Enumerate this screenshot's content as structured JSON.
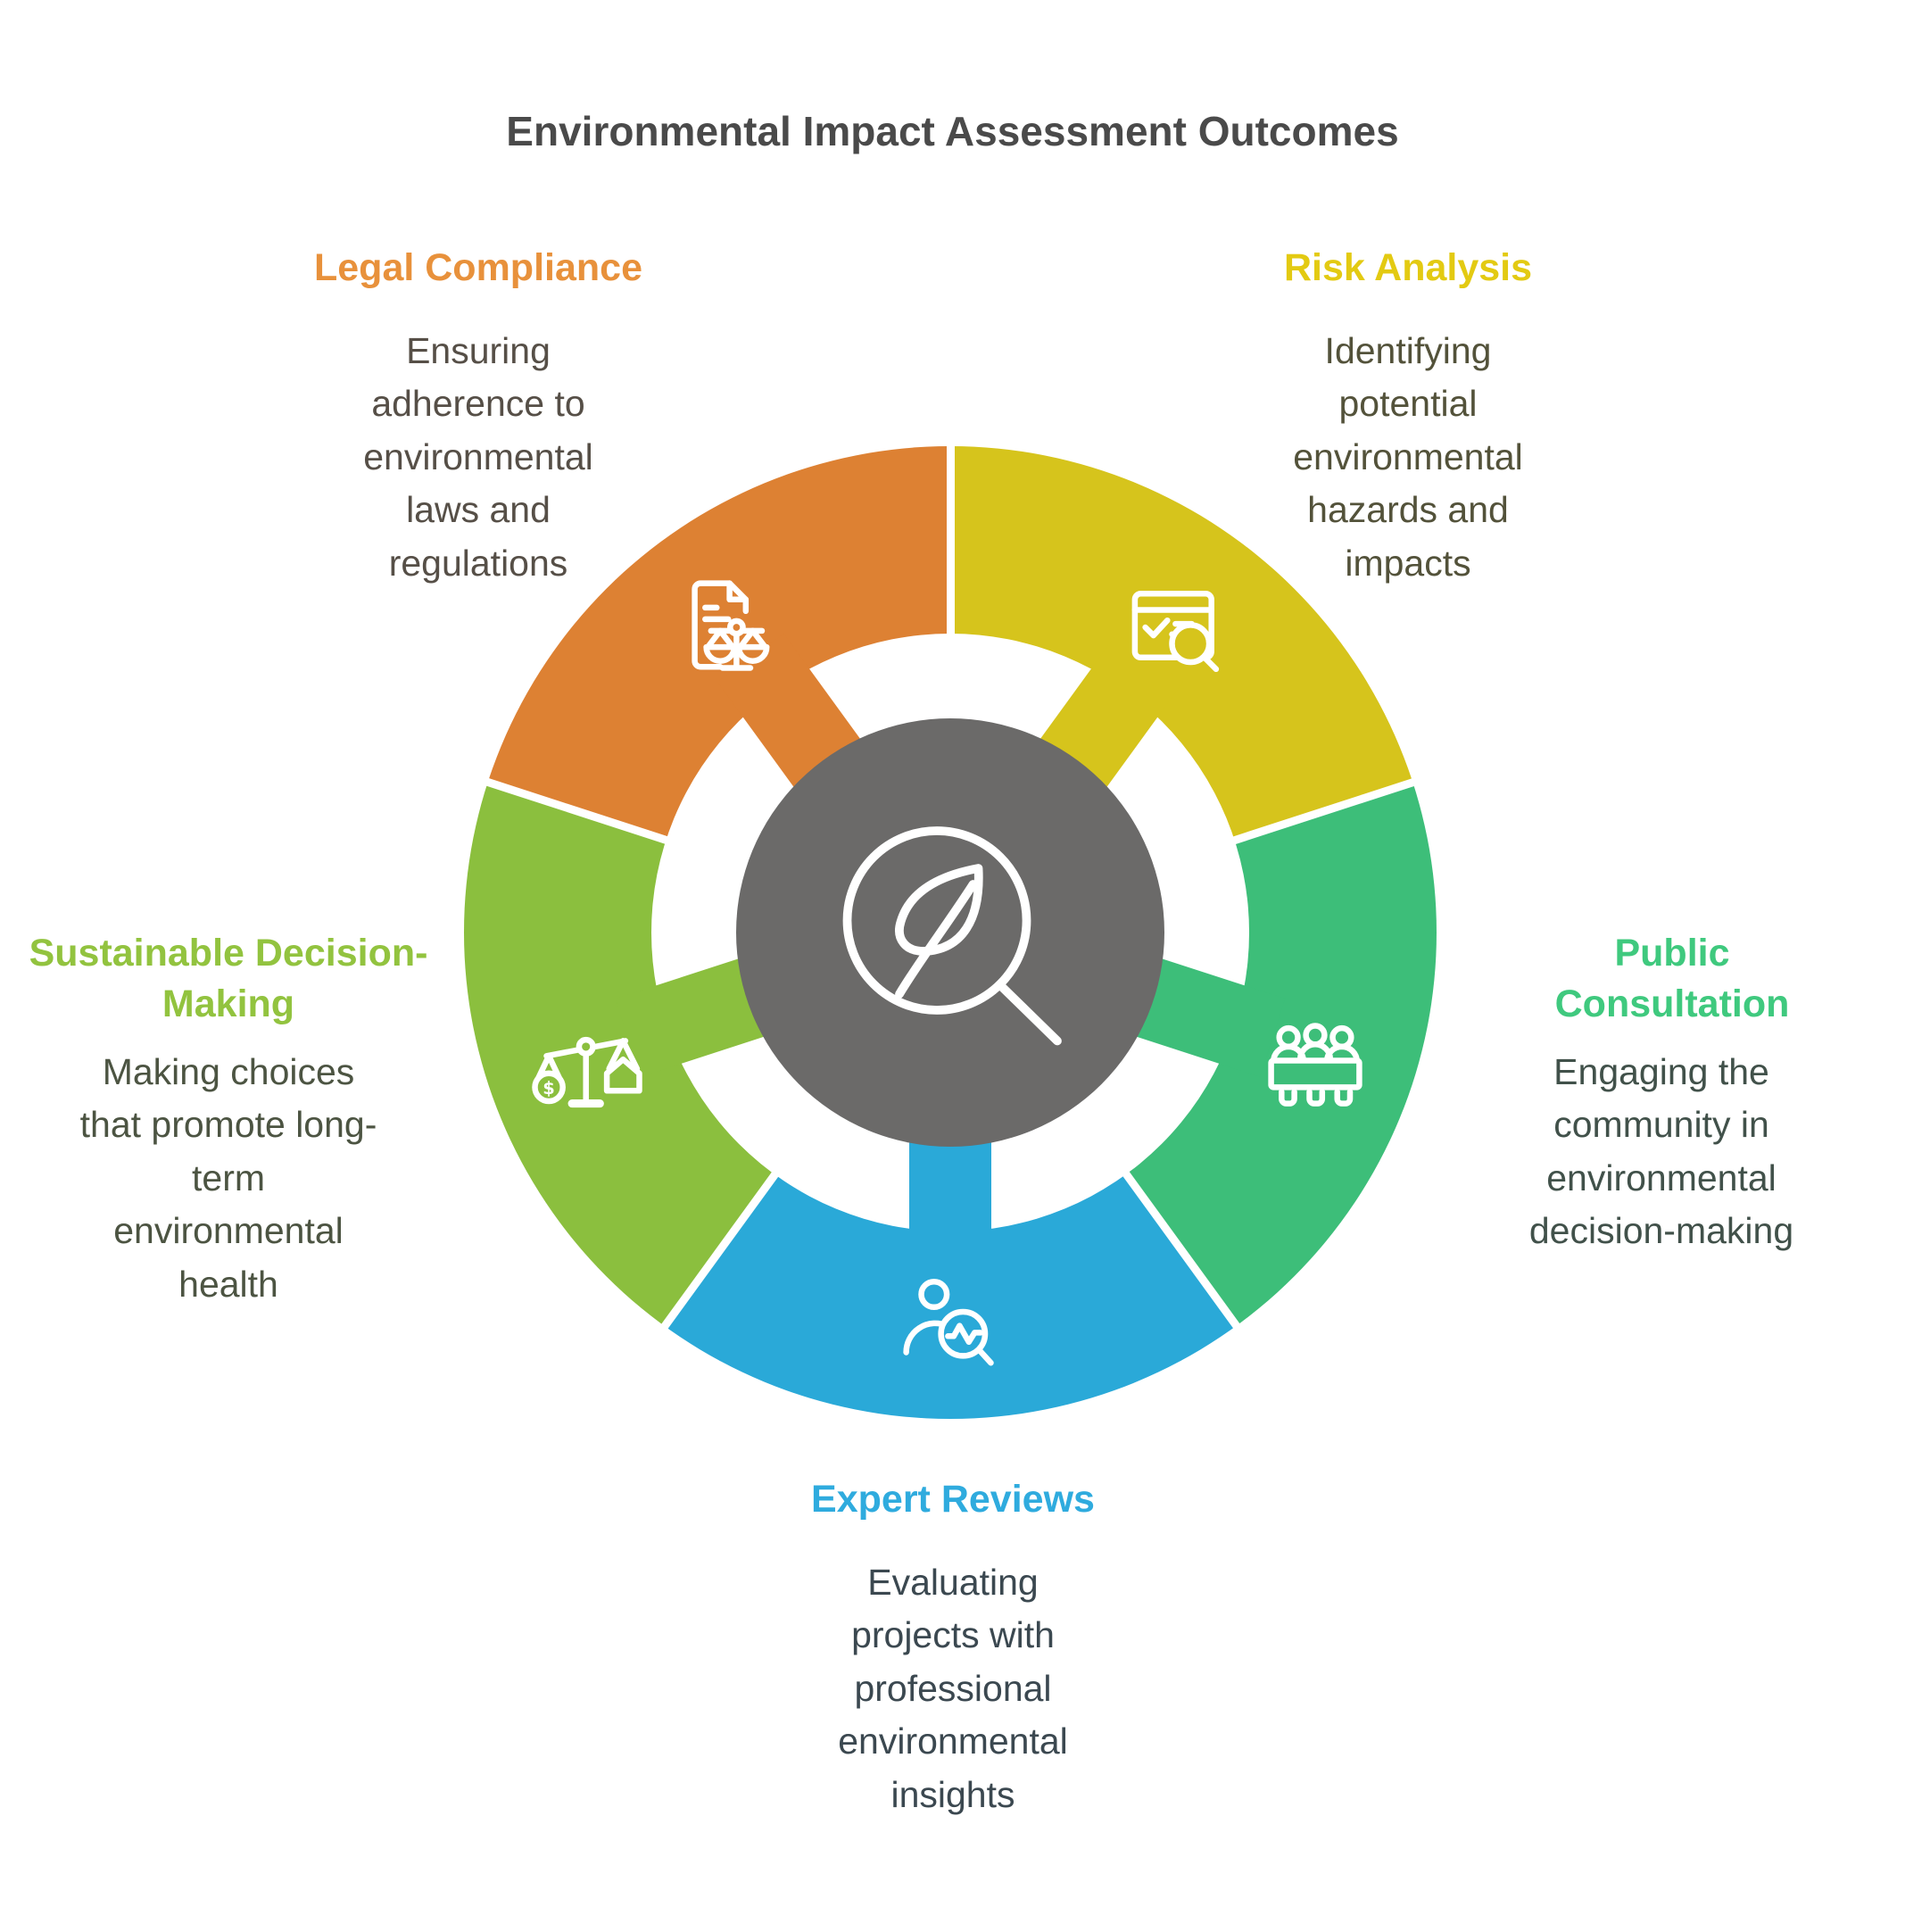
{
  "title": "Environmental Impact Assessment Outcomes",
  "center": {
    "icon": "leaf-search-icon",
    "color": "#6B6A69"
  },
  "segments": [
    {
      "label": "Legal Compliance",
      "description": "Ensuring adherence to environmental laws and regulations",
      "color": "#DD8133",
      "label_color": "#E8913B",
      "icon": "document-scales-icon",
      "position": "top-left"
    },
    {
      "label": "Risk Analysis",
      "description": "Identifying potential environmental hazards and impacts",
      "color": "#D6C41C",
      "label_color": "#E3CA12",
      "icon": "checklist-search-icon",
      "position": "top-right"
    },
    {
      "label": "Public Consultation",
      "description": "Engaging the community in environmental decision-making",
      "color": "#3DBE79",
      "label_color": "#3FC97E",
      "icon": "meeting-table-icon",
      "position": "right"
    },
    {
      "label": "Expert Reviews",
      "description": "Evaluating projects with professional environmental insights",
      "color": "#2AA9D8",
      "label_color": "#2FABDE",
      "icon": "person-analysis-icon",
      "position": "bottom"
    },
    {
      "label": "Sustainable Decision-Making",
      "description": "Making choices that promote long-term environmental health",
      "color": "#8BBF3E",
      "label_color": "#92C33F",
      "icon": "scales-money-house-icon",
      "position": "left"
    }
  ]
}
